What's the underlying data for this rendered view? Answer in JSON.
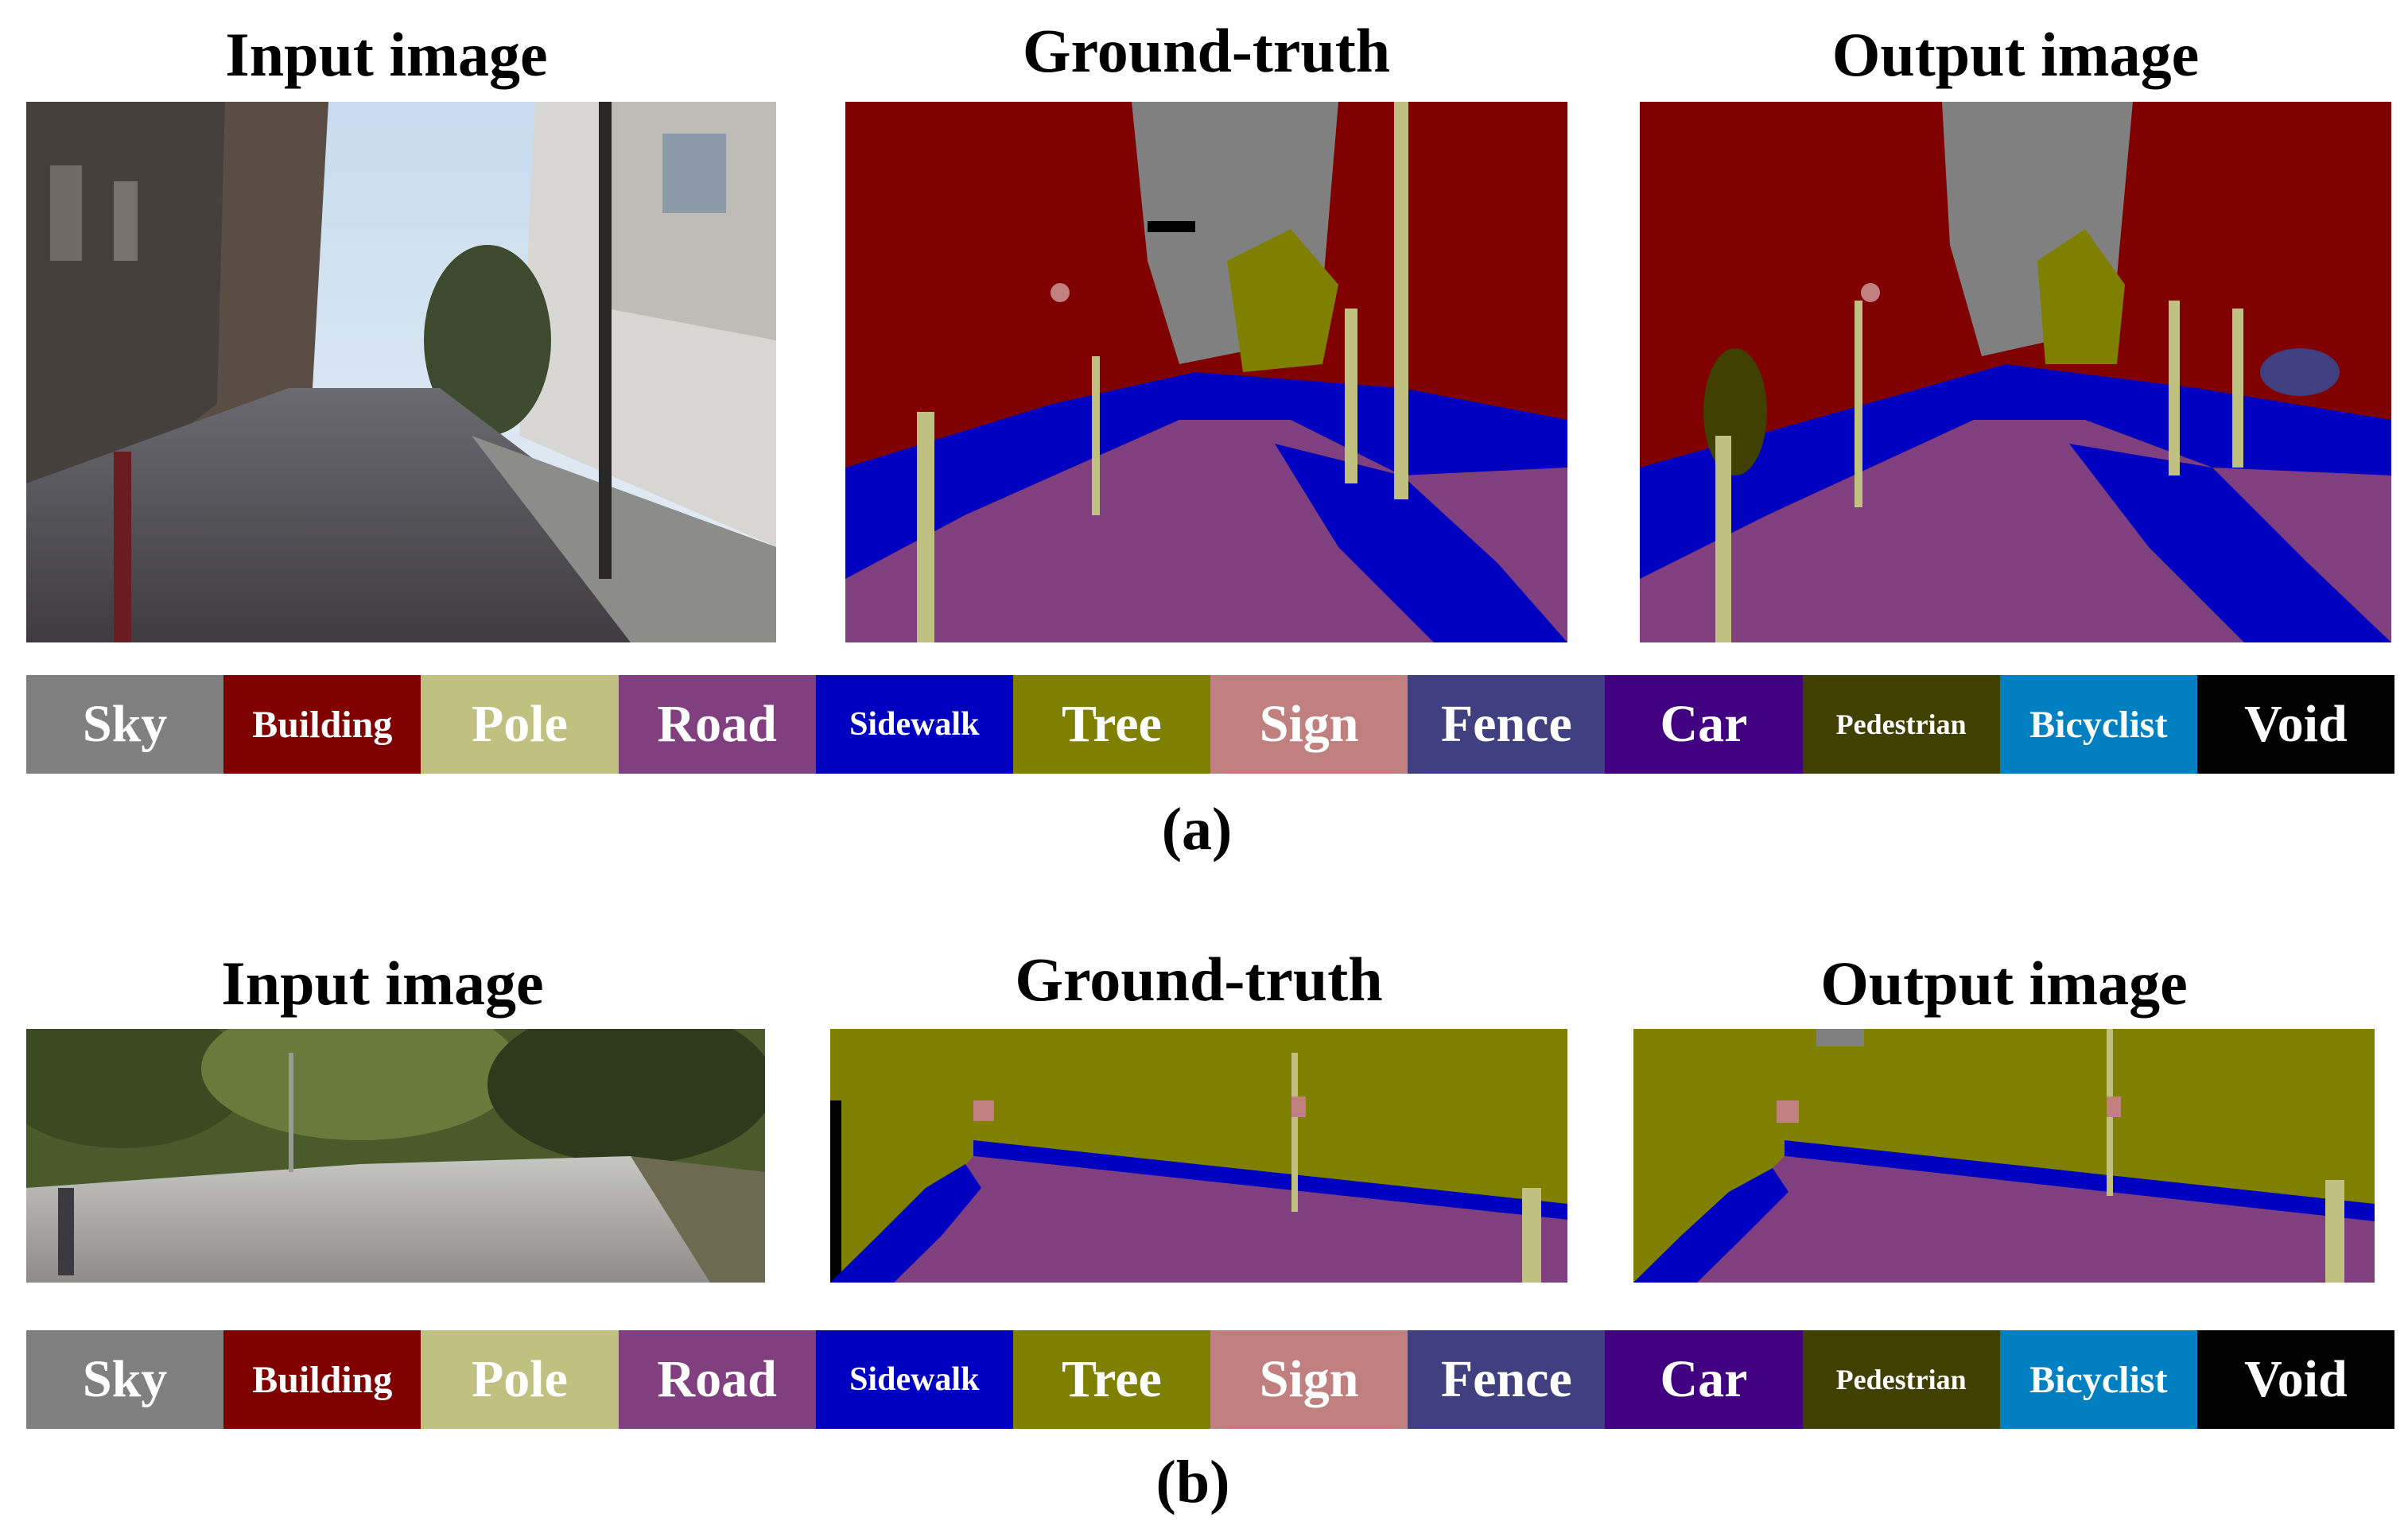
{
  "section_a": {
    "titles": {
      "input": "Input image",
      "ground_truth": "Ground-truth",
      "output": "Output image"
    },
    "caption": "(a)"
  },
  "section_b": {
    "titles": {
      "input": "Input image",
      "ground_truth": "Ground-truth",
      "output": "Output image"
    },
    "caption": "(b)"
  },
  "legend": [
    {
      "label": "Sky",
      "color": "#808080"
    },
    {
      "label": "Building",
      "color": "#800000"
    },
    {
      "label": "Pole",
      "color": "#c0c080"
    },
    {
      "label": "Road",
      "color": "#804080"
    },
    {
      "label": "Sidewalk",
      "color": "#0000c0"
    },
    {
      "label": "Tree",
      "color": "#808000"
    },
    {
      "label": "Sign",
      "color": "#c08080"
    },
    {
      "label": "Fence",
      "color": "#404080"
    },
    {
      "label": "Car",
      "color": "#400080"
    },
    {
      "label": "Pedestrian",
      "color": "#404000"
    },
    {
      "label": "Bicyclist",
      "color": "#0080c0"
    },
    {
      "label": "Void",
      "color": "#000000"
    }
  ]
}
